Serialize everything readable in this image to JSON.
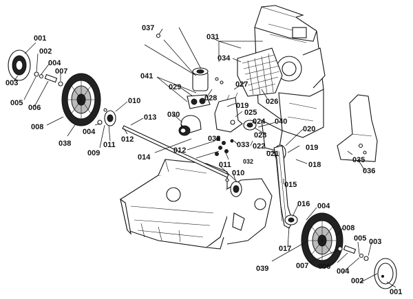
{
  "diagram": {
    "part_labels": [
      "001",
      "002",
      "003",
      "004",
      "005",
      "006",
      "007",
      "008",
      "038",
      "009",
      "004",
      "011",
      "010",
      "012",
      "013",
      "014",
      "037",
      "031",
      "034",
      "041",
      "029",
      "028",
      "027",
      "019",
      "030",
      "025",
      "026",
      "024",
      "040",
      "023",
      "020",
      "033",
      "022",
      "021",
      "019",
      "018",
      "012",
      "032",
      "032",
      "011",
      "010",
      "015",
      "035",
      "036",
      "016",
      "004",
      "008",
      "017",
      "039",
      "007",
      "006",
      "005",
      "003",
      "004",
      "002",
      "001"
    ]
  }
}
